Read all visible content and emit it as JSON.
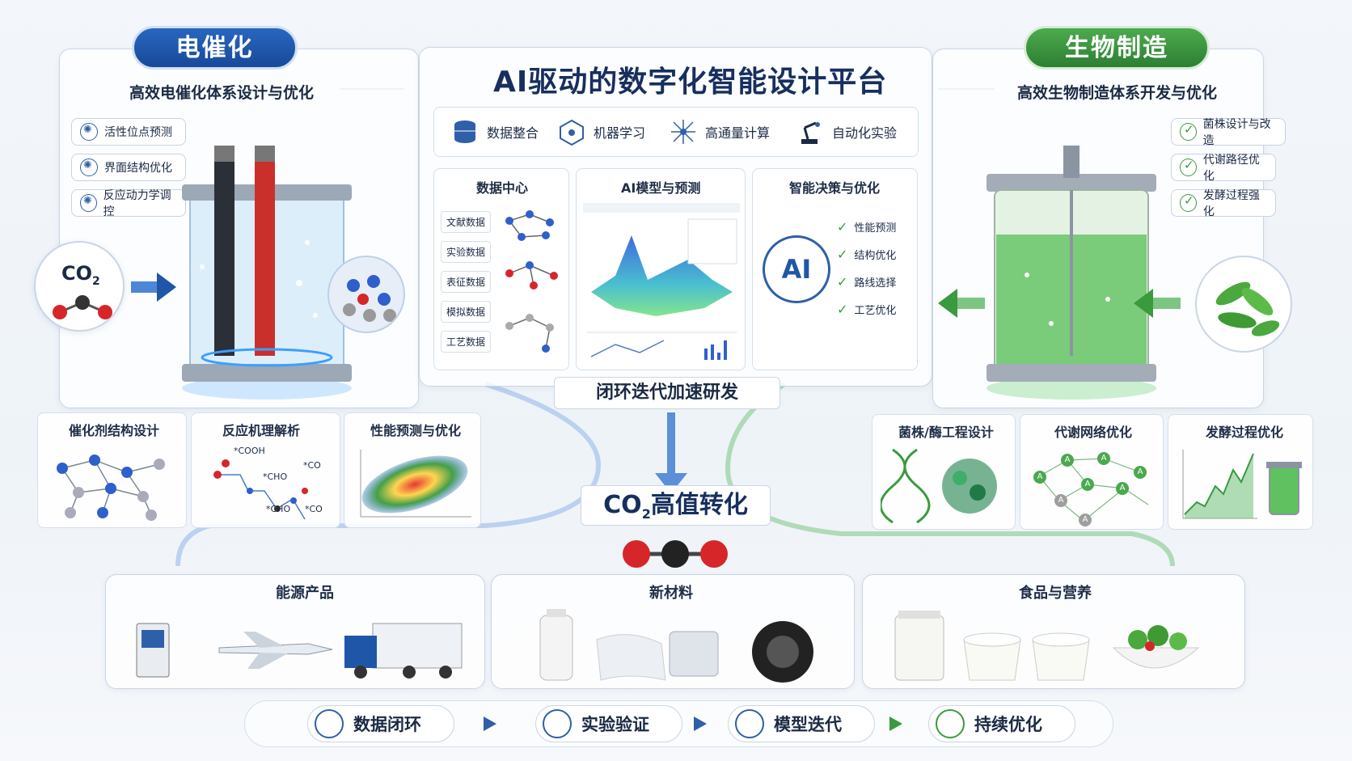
{
  "platform": {
    "title": "AI驱动的数字化智能设计平台",
    "tools": [
      {
        "label": "数据整合",
        "icon": "database-icon"
      },
      {
        "label": "机器学习",
        "icon": "cube-network-icon"
      },
      {
        "label": "高通量计算",
        "icon": "grid-network-icon"
      },
      {
        "label": "自动化实验",
        "icon": "robot-arm-icon"
      }
    ],
    "data_center": {
      "title": "数据中心",
      "items": [
        "文献数据",
        "实验数据",
        "表征数据",
        "模拟数据",
        "工艺数据"
      ]
    },
    "ai_model": {
      "title": "AI模型与预测"
    },
    "decision": {
      "title": "智能决策与优化",
      "badge": "AI",
      "items": [
        "性能预测",
        "结构优化",
        "路线选择",
        "工艺优化"
      ]
    },
    "loop_label": "闭环迭代加速研发"
  },
  "electro": {
    "title": "电催化",
    "subtitle": "高效电催化体系设计与优化",
    "features": [
      "活性位点预测",
      "界面结构优化",
      "反应动力学调控"
    ],
    "co2_label": "CO",
    "co2_sub": "2",
    "panels": [
      "催化剂结构设计",
      "反应机理解析",
      "性能预测与优化"
    ],
    "mechanism_labels": [
      "*COOH",
      "*CO",
      "*CHO",
      "*CHO",
      "*CO"
    ],
    "accent": "#1f56a8"
  },
  "bio": {
    "title": "生物制造",
    "subtitle": "高效生物制造体系开发与优化",
    "features": [
      "菌株设计与改造",
      "代谢路径优化",
      "发酵过程强化"
    ],
    "panels": [
      "菌株/酶工程设计",
      "代谢网络优化",
      "发酵过程优化"
    ],
    "node_label": "A",
    "accent": "#3a9a3e"
  },
  "conversion": {
    "prefix": "CO",
    "sub": "2",
    "suffix": "高值转化"
  },
  "products": [
    {
      "title": "能源产品"
    },
    {
      "title": "新材料"
    },
    {
      "title": "食品与营养"
    }
  ],
  "steps": [
    "数据闭环",
    "实验验证",
    "模型迭代",
    "持续优化"
  ]
}
